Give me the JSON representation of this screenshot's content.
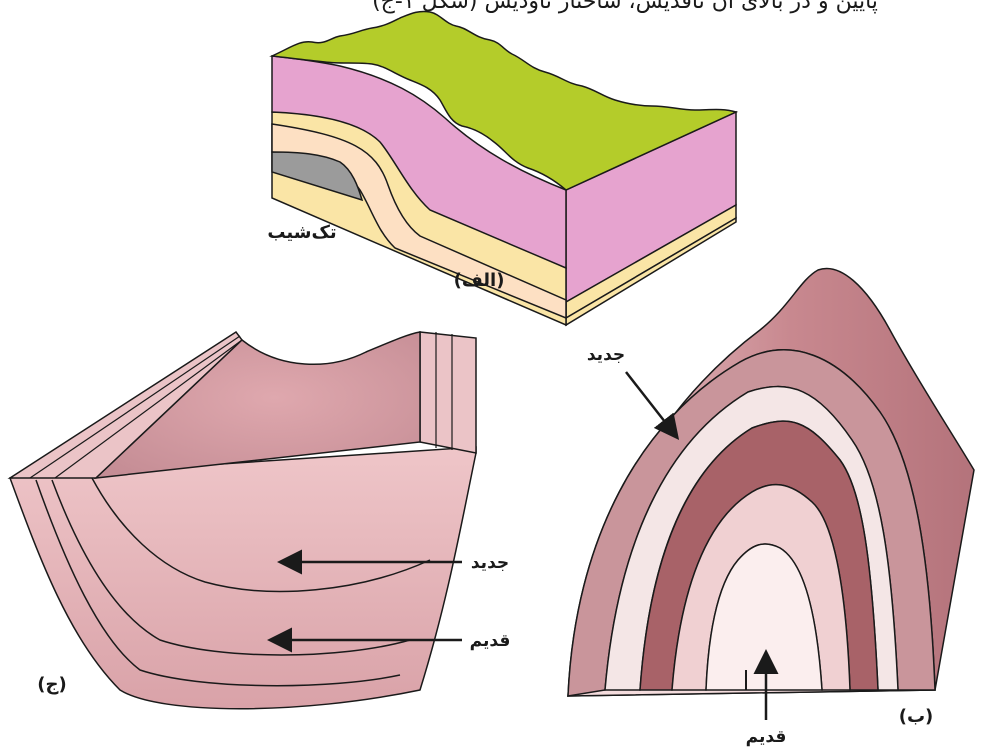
{
  "header_fragment": "پایین و در بالای آن تاقدیس، ساختار ناودیس (شکل ۱-ج)",
  "figures": {
    "monocline": {
      "caption": "(الف)",
      "label": "تک‌شیب"
    },
    "syncline": {
      "caption": "(ج)",
      "label_new": "جدید",
      "label_old": "قدیم"
    },
    "anticline": {
      "caption": "(ب)",
      "label_new": "جدید",
      "label_old": "قدیم"
    }
  },
  "colors": {
    "grass": "#b4cc2a",
    "pink_layer": "#e6a3cf",
    "cream_layer": "#fae5a6",
    "peach_layer": "#fde0c3",
    "grey_layer": "#9b9b9b",
    "rock_light": "#f2d2d5",
    "rock_mid": "#d8a3a8",
    "rock_dark": "#a86268",
    "outline": "#1a1a1a"
  }
}
